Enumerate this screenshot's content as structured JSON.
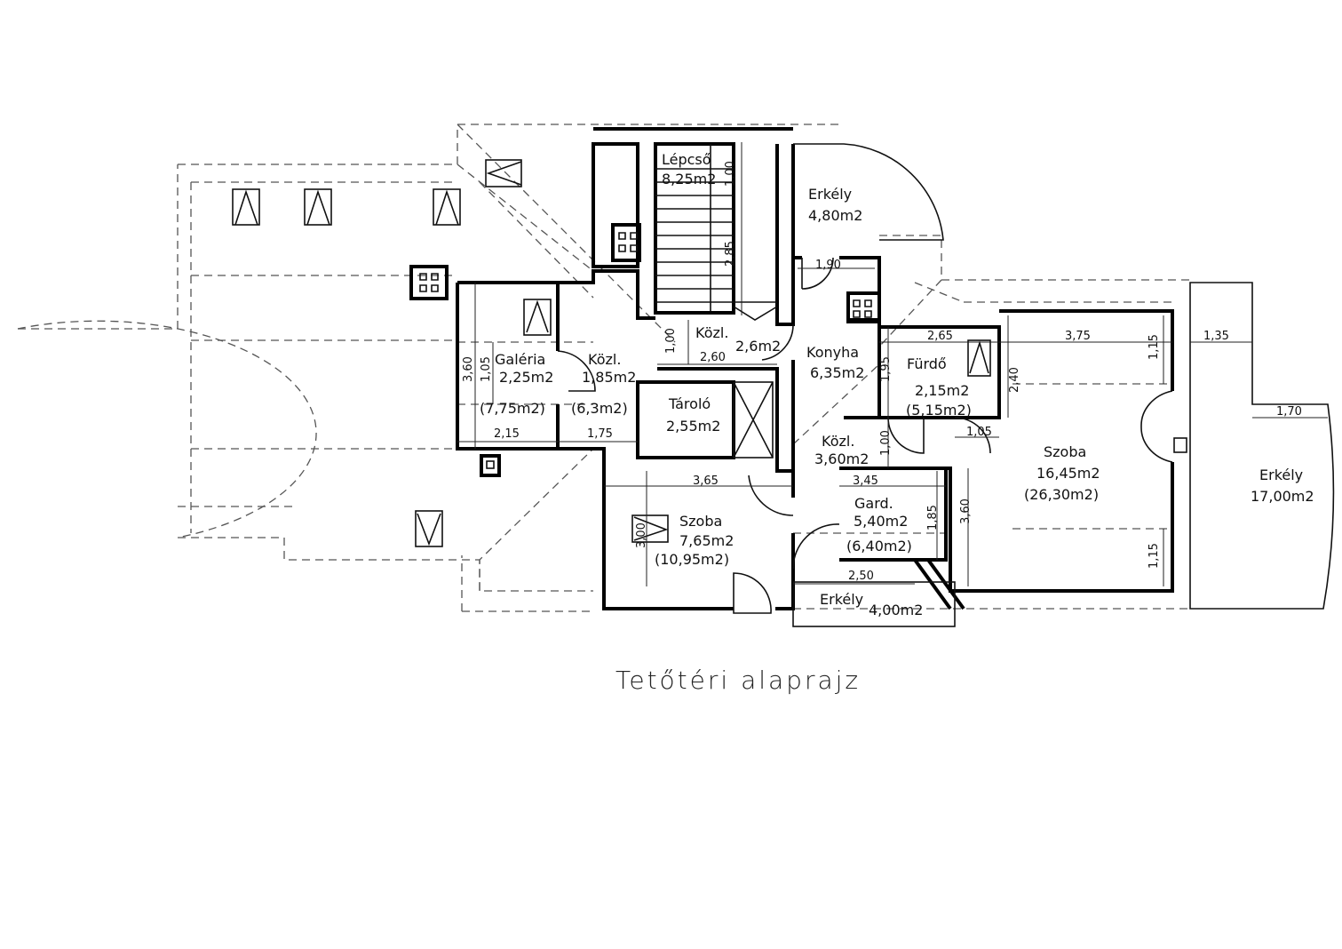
{
  "title": "Tetőtéri alaprajz",
  "rooms": [
    {
      "name": "Lépcső",
      "area": "8,25m2"
    },
    {
      "name": "Erkély",
      "area": "4,80m2"
    },
    {
      "name": "Galéria",
      "area": "2,25m2",
      "gross": "(7,75m2)"
    },
    {
      "name": "Közl.",
      "area": "1,85m2",
      "gross": "(6,3m2)"
    },
    {
      "name": "Közl.",
      "area": "2,6m2"
    },
    {
      "name": "Konyha",
      "area": "6,35m2"
    },
    {
      "name": "Tároló",
      "area": "2,55m2"
    },
    {
      "name": "Fürdő",
      "area": "2,15m2",
      "gross": "(5,15m2)"
    },
    {
      "name": "Közl.",
      "area": "3,60m2"
    },
    {
      "name": "Szoba",
      "area": "16,45m2",
      "gross": "(26,30m2)"
    },
    {
      "name": "Erkély",
      "area": "17,00m2"
    },
    {
      "name": "Gard.",
      "area": "5,40m2",
      "gross": "(6,40m2)"
    },
    {
      "name": "Szoba",
      "area": "7,65m2",
      "gross": "(10,95m2)"
    },
    {
      "name": "Erkély",
      "area": "4,00m2"
    }
  ],
  "dimensions_horizontal": [
    "2,15",
    "1,75",
    "2,60",
    "1,90",
    "2,65",
    "3,75",
    "1,35",
    "1,70",
    "1,05",
    "3,65",
    "3,45",
    "2,50"
  ],
  "dimensions_vertical": [
    "3,60",
    "1,05",
    "1,00",
    "2,85",
    "1,00",
    "1,95",
    "2,40",
    "1,15",
    "1,15",
    "1,00",
    "3,60",
    "1,85",
    "3,00"
  ]
}
